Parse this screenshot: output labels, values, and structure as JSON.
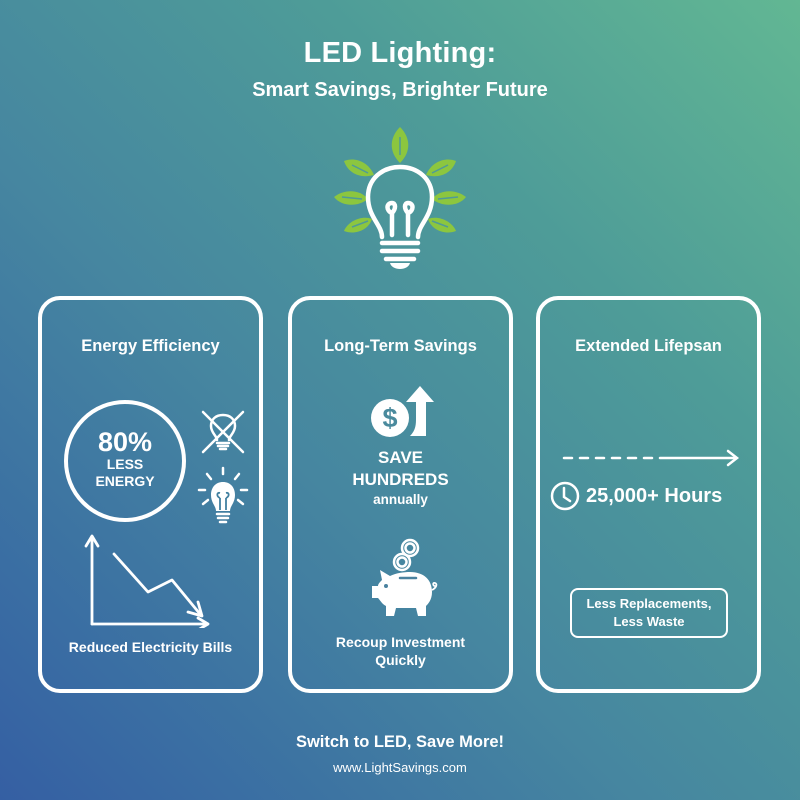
{
  "header": {
    "title": "LED Lighting:",
    "subtitle": "Smart Savings, Brighter Future",
    "hero_icon": "lightbulb-with-leaves-icon"
  },
  "colors": {
    "background_top_right": "#62b793",
    "background_bottom_left": "#355fa3",
    "leaf_green": "#8cc63f",
    "foreground": "#ffffff"
  },
  "cards": [
    {
      "title": "Energy Efficiency",
      "stat_value": "80%",
      "stat_label_line1": "LESS",
      "stat_label_line2": "ENERGY",
      "icons": [
        "crossed-out-bulb-icon",
        "glowing-led-bulb-icon",
        "declining-chart-icon"
      ],
      "caption": "Reduced Electricity Bills"
    },
    {
      "title": "Long-Term Savings",
      "headline_line1": "SAVE",
      "headline_line2": "HUNDREDS",
      "headline_sub": "annually",
      "icons": [
        "dollar-up-arrow-icon",
        "piggy-bank-icon"
      ],
      "caption_line1": "Recoup Investment",
      "caption_line2": "Quickly"
    },
    {
      "title": "Extended Lifepsan",
      "hours": "25,000+ Hours",
      "icons": [
        "timeline-arrow-icon",
        "clock-icon"
      ],
      "badge_line1": "Less Replacements,",
      "badge_line2": "Less Waste"
    }
  ],
  "footer": {
    "cta": "Switch to LED, Save More!",
    "url": "www.LightSavings.com"
  }
}
